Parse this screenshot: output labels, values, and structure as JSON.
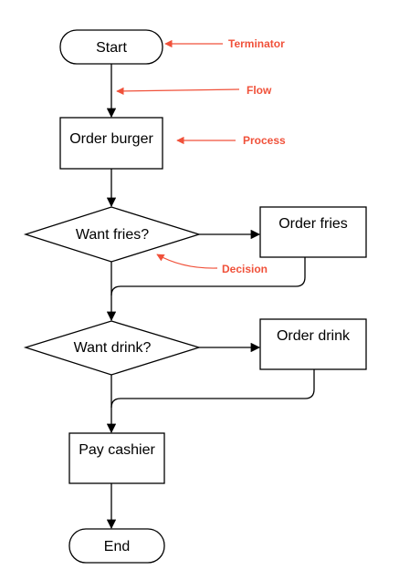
{
  "colors": {
    "stroke": "#000000",
    "fill": "#ffffff",
    "annotation": "#f0513a"
  },
  "nodes": {
    "start": "Start",
    "order_burger": "Order burger",
    "want_fries": "Want fries?",
    "order_fries": "Order fries",
    "want_drink": "Want drink?",
    "order_drink": "Order drink",
    "pay_cashier": "Pay cashier",
    "end": "End"
  },
  "annotations": {
    "terminator": "Terminator",
    "flow": "Flow",
    "process": "Process",
    "decision": "Decision"
  }
}
